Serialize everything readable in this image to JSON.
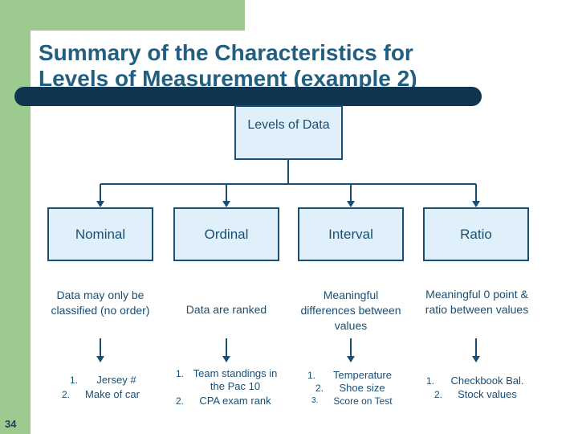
{
  "slide": {
    "title_line1": "Summary of the Characteristics for",
    "title_line2": "Levels of Measurement (example 2)",
    "number": "34"
  },
  "root": {
    "label": "Levels of Data"
  },
  "levels": [
    {
      "name": "Nominal",
      "description": "Data may only be classified (no order)",
      "examples": [
        "Jersey #",
        "Make of car"
      ]
    },
    {
      "name": "Ordinal",
      "description": "Data are ranked",
      "examples": [
        "Team standings in the Pac 10",
        "CPA exam rank"
      ]
    },
    {
      "name": "Interval",
      "description": "Meaningful differences between values",
      "examples": [
        "Temperature",
        "Shoe size",
        "Score on Test"
      ]
    },
    {
      "name": "Ratio",
      "description": "Meaningful 0 point & ratio between values",
      "examples": [
        "Checkbook Bal.",
        "Stock values"
      ]
    }
  ],
  "colors": {
    "accent_green": "#9dca8f",
    "box_fill": "#e0f0fb",
    "box_border": "#1a4f73",
    "title": "#215e80",
    "title_bar": "#0f3550"
  }
}
